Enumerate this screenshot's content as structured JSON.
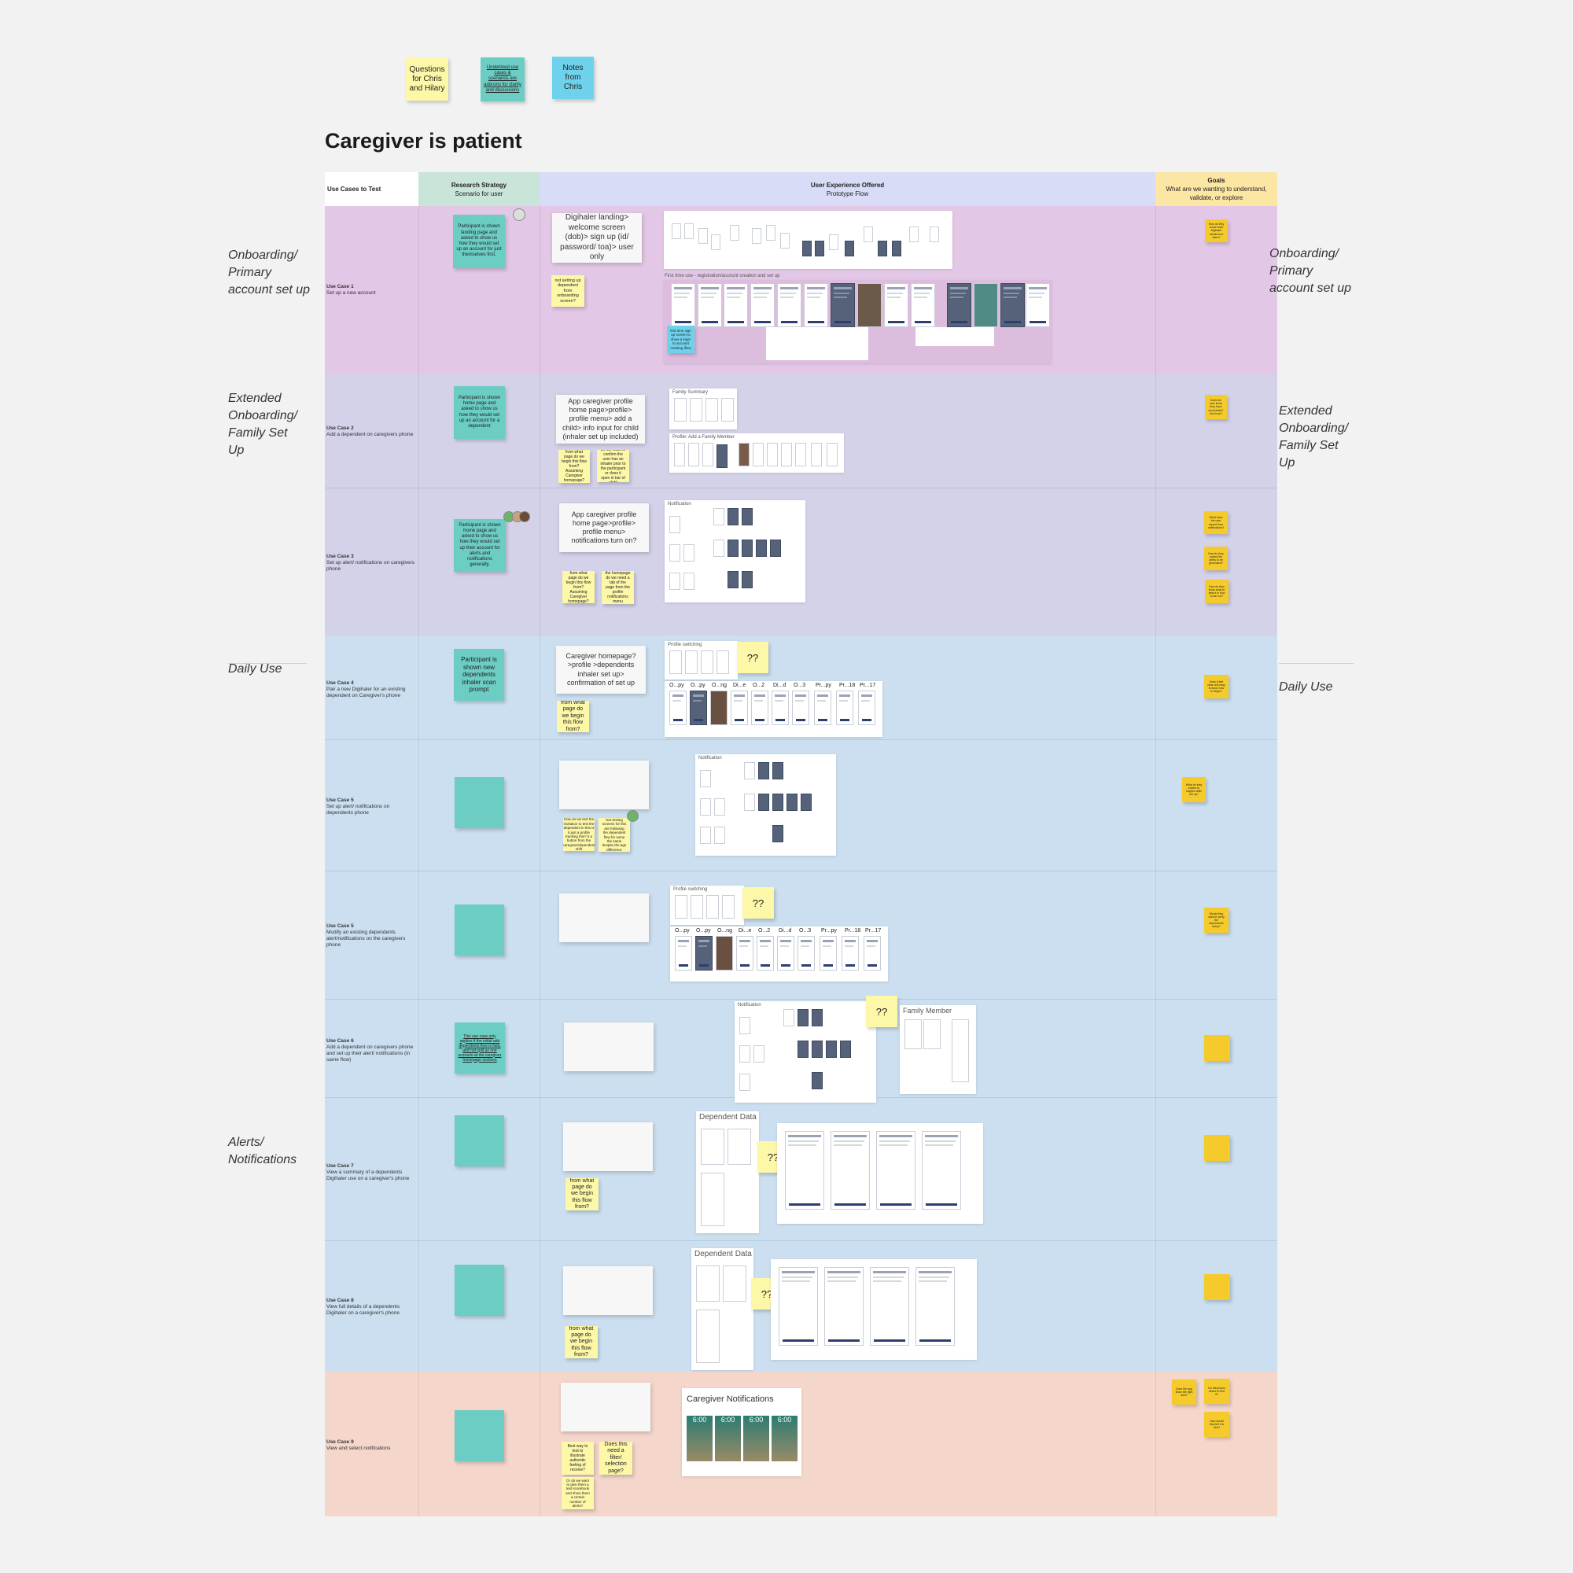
{
  "title": "Caregiver is patient",
  "legend": [
    {
      "text": "Questions for Chris and Hilary",
      "color": "#fdf7a8"
    },
    {
      "text": "Underlined use cases & scenarios are add-ons for clarity and discussions",
      "color": "#6ccdc4"
    },
    {
      "text": "Notes from Chris",
      "color": "#6fd2ec"
    }
  ],
  "headers": {
    "use_cases": "Use Cases to Test",
    "research_title": "Research Strategy",
    "research_sub": "Scenario for user",
    "ux_title": "User Experience Offered",
    "ux_sub": "Prototype Flow",
    "goals_title": "Goals",
    "goals_sub": "What are we wanting to understand, validate, or explore"
  },
  "section_labels": {
    "onboarding": "Onboarding/ Primary account set up",
    "extended": "Extended Onboarding/ Family Set Up",
    "daily": "Daily Use",
    "alerts": "Alerts/ Notifications"
  },
  "use_cases": [
    {
      "title": "Use Case 1",
      "desc": "Set up a new account"
    },
    {
      "title": "Use Case 2",
      "desc": "Add a dependent on caregivers phone"
    },
    {
      "title": "Use Case 3",
      "desc": "Set up alert/ notifications on caregivers phone"
    },
    {
      "title": "Use Case 4",
      "desc": "Pair a new Digihaler for an existing dependent on Caregiver's phone"
    },
    {
      "title": "Use Case 5",
      "desc": "Set up alert/ notifications on dependents phone"
    },
    {
      "title": "Use Case 5",
      "desc": "Modify an existing dependents alert/notifications on the caregivers phone"
    },
    {
      "title": "Use Case 6",
      "desc": "Add a dependent on caregivers phone and set up their alert/ notifications (in same flow)"
    },
    {
      "title": "Use Case 7",
      "desc": "View a summary of a dependents Digihaler use on a caregiver's phone"
    },
    {
      "title": "Use Case 8",
      "desc": "View full details of a dependents Digihaler on a caregiver's phone"
    },
    {
      "title": "Use Case 9",
      "desc": "View and select notifications"
    }
  ],
  "strategies": [
    "Participant is shown landing page and asked to show us how they would set up an account for just themselves first.",
    "Participant is shown home page and asked to show us how they would set up an account for a dependent",
    "Participant is shown home page and asked to show us how they would set up their account for alerts and notifications generally.",
    "Participant is shown new dependents inhaler scan prompt",
    "This use case only applies if the initial add dependents flow is fluid, and not split as one scenario at the caregiver homepage sections"
  ],
  "flows": [
    "Digihaler landing> welcome screen (dob)> sign up (id/ password/ toa)> user only",
    "App caregiver profile home page>profile> profile menu> add a child> info input for child (inhaler set up included)",
    "App caregiver profile home page>profile> profile menu> notifications turn on?",
    "Caregiver homepage? >profile >dependents inhaler set up> confirmation of set up"
  ],
  "questions": {
    "uc1": "not setting up dependent from onboarding screen?",
    "uc2a": "from what page do we begin this flow from? Assuming Caregiver homepage?",
    "uc2b": "Do we want to confirm the user has an inhaler prior to the participant or does it open in bar of child",
    "uc3a": "from what page do we begin this flow from? Assuming Caregiver homepage?",
    "uc3b": "If this is from the homepage do we need a tab of the page from the profile notifications menu selection?",
    "uc4": "from what page do we begin this flow from?",
    "uc5a": "How do we test the invitation to test the dependent in this is it just a profile tracking this? it a button from the caregiver/dependent shift",
    "uc5b": "Not testing screens for this are following the dependent flow for some the same despite the age difference",
    "uc7": "from what page do we begin this flow from?",
    "uc8": "from what page do we begin this flow from?",
    "uc9a": "Best way to test to illustrate authentic feeling of receive?",
    "uc9b": "Does this need a filter/ selection page?",
    "uc9c": "Or do we want to give them a test scorebook and show them a certain number of alerts?",
    "qq": "??"
  },
  "notes_blue": "first time sign up screen to show a login to account creating iflow",
  "boards": {
    "onboarding_sub": "First time use - registration/account creation and set up",
    "family_summary": "Family Summary",
    "profile_add": "Profile: Add a Family Member",
    "notification": "Notification",
    "profile_switching": "Profile switching",
    "family_member": "Family Member",
    "dependent_data": "Dependent Data",
    "caregiver_notifications": "Caregiver Notifications",
    "screen_labels": [
      "O...py",
      "O...py",
      "O...ng",
      "Di...e",
      "O...2",
      "Di...d",
      "O...3",
      "Pr...py",
      "Pr...18",
      "Pr...17"
    ],
    "notif_time": "6:00"
  },
  "goals": [
    "How do they know what Digihaler needs from them?",
    "Does the user know they have succeeded? And how?",
    "What does the user expect from notifications?",
    "How do they expect the alerts to be generated?",
    "How do they know what to select or how to turn on?",
    "Does it feel clear and easy to know how to begin?",
    "What do they expect to happen after set up?",
    "Would they want to verify the dependents setup?",
    "",
    "",
    "",
    "Does the app show the right alert?",
    "Do they know where to find it?",
    "How would they tell it is new?"
  ],
  "colors": {
    "onboarding_band": "#e3c7e6",
    "family_band": "#d3d2e9",
    "daily_band": "#cbdff0",
    "alerts_band": "#f4d6cb",
    "research_header": "#c9e4d9",
    "ux_header": "#d9dcf6",
    "goals_header": "#fce6a3",
    "teal_sticky": "#6ccdc4",
    "yellow_sticky": "#fdf7a8",
    "goal_sticky": "#f4cb2a"
  }
}
